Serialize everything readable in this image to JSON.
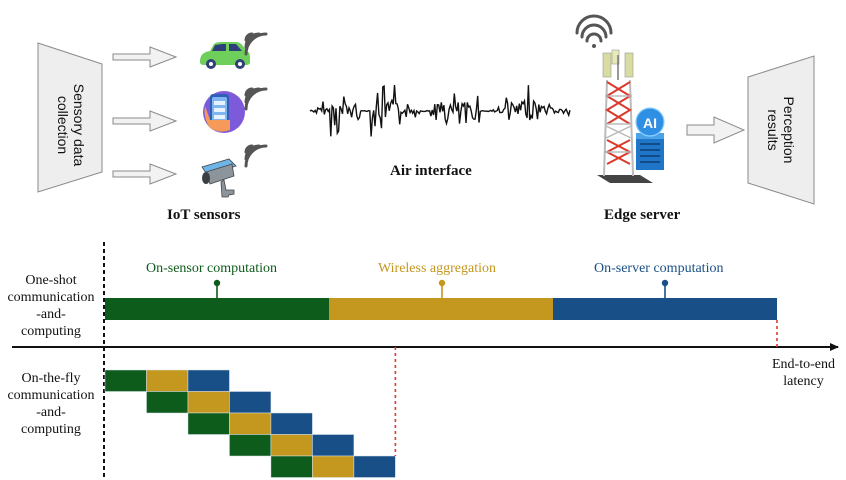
{
  "top": {
    "sensory_block": {
      "label_line1": "Sensory data",
      "label_line2": "collection"
    },
    "iot_devices": [
      {
        "icon": "car-icon"
      },
      {
        "icon": "smartphone-icon"
      },
      {
        "icon": "security-camera-icon"
      }
    ],
    "iot_label": "IoT sensors",
    "air_interface_label": "Air interface",
    "edge_label": "Edge server",
    "edge_server_badge": "AI",
    "perception_block": {
      "label_line1": "Perception",
      "label_line2": "results"
    }
  },
  "timeline": {
    "one_shot": {
      "label_lines": [
        "One-shot",
        "communication",
        "-and-",
        "computing"
      ],
      "phases": [
        {
          "name": "On-sensor computation",
          "color": "#0d5c1b",
          "duration_units": 1
        },
        {
          "name": "Wireless aggregation",
          "color": "#c4981e",
          "duration_units": 1
        },
        {
          "name": "On-server computation",
          "color": "#184f86",
          "duration_units": 1
        }
      ]
    },
    "on_the_fly": {
      "label_lines": [
        "On-the-fly",
        "communication",
        "-and-",
        "computing"
      ],
      "num_blocks": 5,
      "cell_units": 0.1852,
      "stage_colors": [
        "#0d5c1b",
        "#c4981e",
        "#184f86"
      ]
    },
    "latency_label_lines": [
      "End-to-end",
      "latency"
    ]
  }
}
